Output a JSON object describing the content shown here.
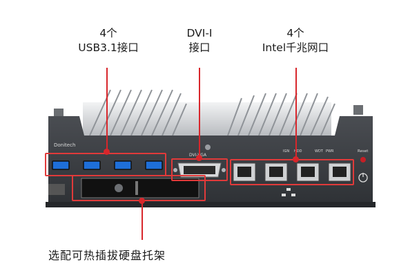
{
  "labels": {
    "usb_count": "4个",
    "usb_type": "USB3.1接口",
    "dvi_name": "DVI-I",
    "dvi_port": "接口",
    "lan_count": "4个",
    "lan_type": "Intel千兆网口",
    "tray": "选配可热插拔硬盘托架"
  },
  "panel": {
    "brand": "Donitech",
    "dvi_text": "DVI-VGA",
    "reset": "Reset",
    "led_labels": [
      "IGN",
      "HDD",
      "WDT",
      "PWR"
    ]
  },
  "colors": {
    "annotation_red": "#d8262b",
    "usb_blue": "#1e6fd9",
    "chassis": "#3c3f44"
  }
}
